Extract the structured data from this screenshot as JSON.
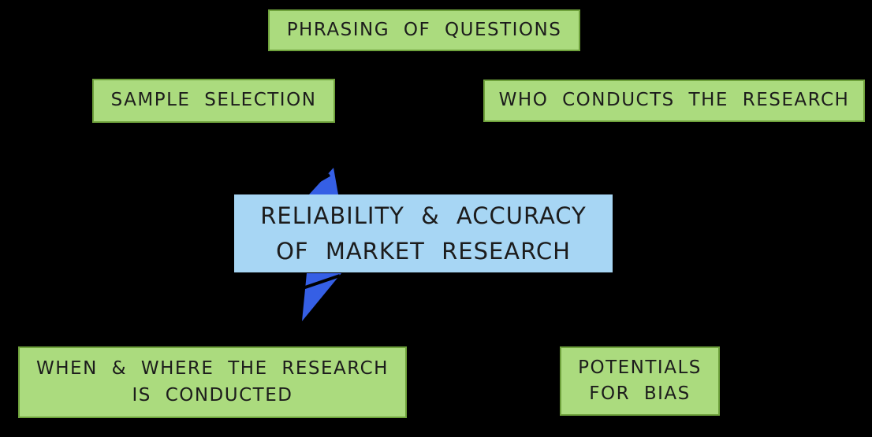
{
  "diagram": {
    "center": {
      "label": "RELIABILITY & ACCURACY\nOF MARKET RESEARCH"
    },
    "factors": {
      "phrasing": {
        "label": "PHRASING OF QUESTIONS"
      },
      "sample": {
        "label": "SAMPLE SELECTION"
      },
      "who": {
        "label": "WHO CONDUCTS THE RESEARCH"
      },
      "when_where": {
        "label": "WHEN & WHERE THE RESEARCH\nIS CONDUCTED"
      },
      "bias": {
        "label": "POTENTIALS\nFOR BIAS"
      }
    },
    "icons": {
      "up_arrow": "hand-drawn blue arrow pointing up into center box",
      "down_arrow": "hand-drawn blue arrow pointing down out of center box"
    },
    "colors": {
      "background": "#000000",
      "factor_fill": "#abdb7e",
      "factor_border": "#6fa23c",
      "center_fill": "#a7d6f4",
      "arrow": "#355fe5",
      "text": "#1c1c1c"
    }
  }
}
